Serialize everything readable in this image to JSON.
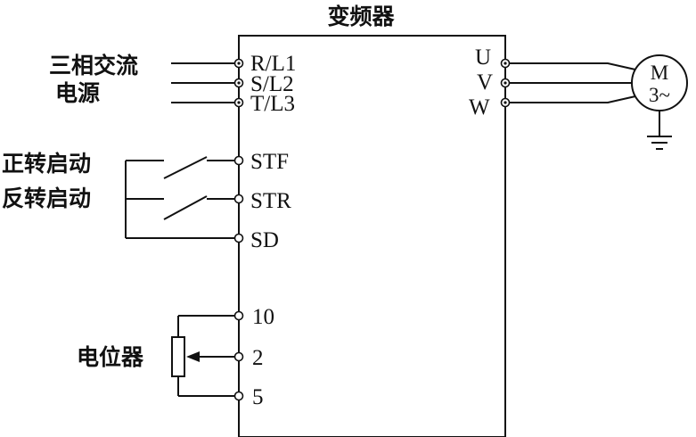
{
  "title": "变频器",
  "power_label_line1": "三相交流",
  "power_label_line2": "电源",
  "forward_label": "正转启动",
  "reverse_label": "反转启动",
  "pot_label": "电位器",
  "terminals_left": {
    "rl1": "R/L1",
    "sl2": "S/L2",
    "tl3": "T/L3",
    "stf": "STF",
    "str": "STR",
    "sd": "SD",
    "t10": "10",
    "t2": "2",
    "t5": "5"
  },
  "terminals_right": {
    "u": "U",
    "v": "V",
    "w": "W"
  },
  "motor": {
    "letter": "M",
    "phase": "3~"
  }
}
